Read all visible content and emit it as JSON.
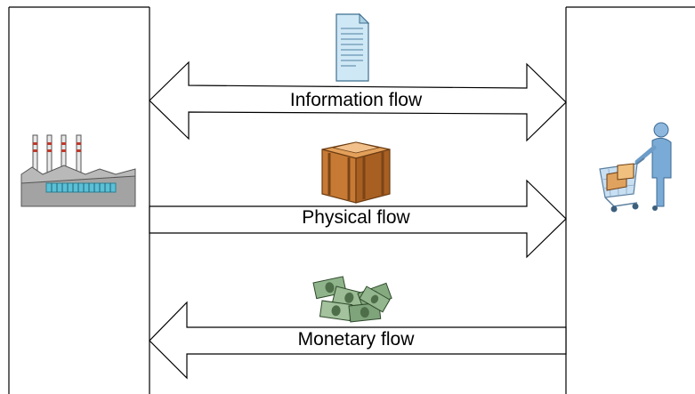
{
  "diagram": {
    "flows": [
      {
        "id": "information",
        "label": "Information flow",
        "direction": "both",
        "icon": "document-icon"
      },
      {
        "id": "physical",
        "label": "Physical flow",
        "direction": "right",
        "icon": "box-icon"
      },
      {
        "id": "monetary",
        "label": "Monetary flow",
        "direction": "left",
        "icon": "money-icon"
      }
    ],
    "left_entity": {
      "icon": "factory-icon"
    },
    "right_entity": {
      "icon": "shopper-cart-icon"
    }
  }
}
